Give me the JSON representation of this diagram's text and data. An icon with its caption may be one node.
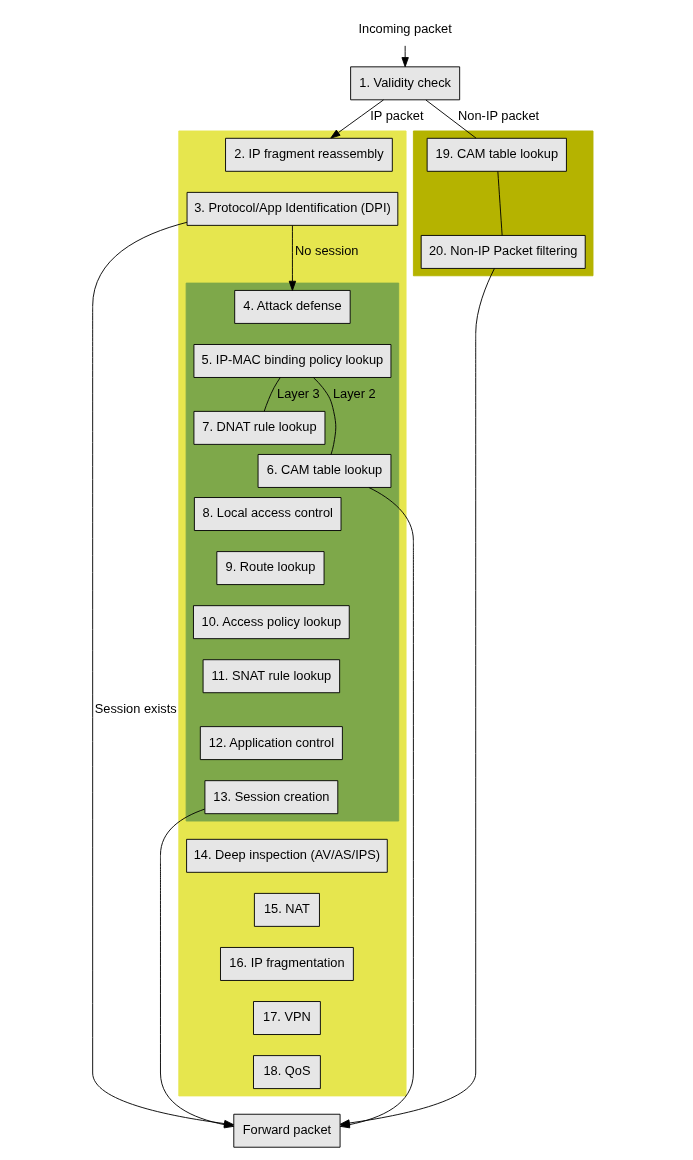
{
  "diagram": {
    "nodes": [
      {
        "text": [
          "Incoming packet"
        ]
      },
      {
        "text": [
          "1. Validity check"
        ]
      },
      {
        "text": [],
        "shape": "box"
      },
      {
        "text": [
          "2. IP fragment reassembly"
        ],
        "in": 2
      },
      {
        "text": [
          "3. Protocol/App Identification (DPI)"
        ],
        "in": 2
      },
      {
        "text": [],
        "shape": "box",
        "in": 2
      },
      {
        "text": [
          "4. Attack defense"
        ],
        "in": 5
      },
      {
        "text": [
          "5. IP-MAC binding policy lookup"
        ],
        "in": 5
      },
      {
        "text": [
          "7. DNAT rule lookup"
        ],
        "in": 5
      },
      {
        "text": [
          "6. CAM table lookup"
        ],
        "in": 5
      },
      {
        "text": [
          "8. Local access control"
        ],
        "in": 5
      },
      {
        "text": [
          "9. Route lookup"
        ],
        "in": 5
      },
      {
        "text": [
          "10. Access policy lookup"
        ],
        "in": 5
      },
      {
        "text": [
          "11. SNAT rule lookup"
        ],
        "in": 5
      },
      {
        "text": [
          "12. Application control"
        ],
        "in": 5
      },
      {
        "text": [
          "13. Session creation"
        ],
        "in": 5
      },
      {
        "text": [
          "14. Deep inspection (AV/AS/IPS)"
        ],
        "in": 2
      },
      {
        "text": [
          "15. NAT"
        ],
        "in": 2
      },
      {
        "text": [
          "16. IP fragmentation"
        ],
        "in": 2
      },
      {
        "text": [
          "17. VPN"
        ],
        "in": 2
      },
      {
        "text": [
          "18. QoS"
        ],
        "in": 2
      },
      {
        "text": [],
        "shape": "box"
      },
      {
        "text": [
          "19. CAM table lookup"
        ],
        "in": 21
      },
      {
        "text": [
          "20. Non-IP Packet filtering"
        ],
        "in": 21
      },
      {
        "text": [
          "Forward packet"
        ]
      }
    ],
    "edges": [
      {
        "from": 0,
        "to": 1,
        "arrow": "to"
      },
      {
        "from": 1,
        "to": 3,
        "label": "IP packet",
        "arrow": "to"
      },
      {
        "from": 1,
        "to": 22,
        "label": "Non-IP packet",
        "arrow": "none"
      },
      {
        "from": 4,
        "to": 6,
        "label": "No session",
        "arrow": "to"
      },
      {
        "from": 4,
        "to": 24,
        "label": "Session exists",
        "arrow": "to"
      },
      {
        "from": 7,
        "to": 8,
        "label": "Layer 3",
        "arrow": "none"
      },
      {
        "from": 7,
        "to": 9,
        "label": "Layer 2",
        "arrow": "none"
      },
      {
        "from": 15,
        "to": 24,
        "arrow": "to"
      },
      {
        "from": 9,
        "to": 24,
        "arrow": "to"
      },
      {
        "from": 22,
        "to": 23,
        "arrow": "none"
      },
      {
        "from": 23,
        "to": 24,
        "arrow": "to"
      }
    ]
  }
}
